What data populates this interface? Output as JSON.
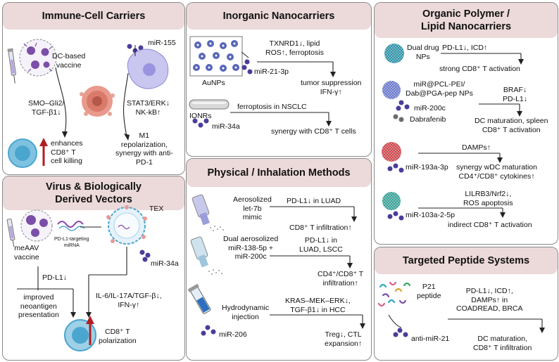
{
  "colors": {
    "panel_header": "#ecd9d9",
    "panel_border": "#8a8a8a",
    "mirna_dot": "#4a3d9a",
    "arrow_up": "#b01e24",
    "cell_blue": "#4aa6cf",
    "tumor": "#d97a6a",
    "virus": "#7b4fa8",
    "polymer_teal": "#1f8aa0",
    "polymer_red": "#c8383d",
    "polymer_blue": "#5e6fc8"
  },
  "immune": {
    "title": "Immune-Cell Carriers",
    "dc_vaccine": "DC-based\nvaccine",
    "mir155": "miR-155",
    "smo": "SMO–Gli2/\nTGF-β1↓",
    "stat3": "STAT3/ERK↓\nNK-kB↑",
    "enhances": "enhances\nCD8⁺ T\ncell killing",
    "m1": "M1\nrepolarization,\nsynergy with anti-\nPD-1"
  },
  "virus": {
    "title": "Virus & Biologically\nDerived Vectors",
    "pdl1_mirna": "PD-L1-targeting\nmiRNA",
    "tex": "TEX",
    "meaav": "meAAV\nvaccine",
    "mir34a": "miR-34a",
    "pdl1": "PD-L1↓",
    "improved": "improved\nneoantigen\npresentation",
    "il6": "IL-6/IL-17A/TGF-β↓,\nIFN-γ↑",
    "cd8": "CD8⁺ T\npolarization"
  },
  "inorganic": {
    "title": "Inorganic Nanocarriers",
    "txnrd": "TXNRD1↓, lipid\nROS↑, ferroptosis",
    "aunps": "AuNPs",
    "mir21": "miR-21-3p",
    "tumor": "tumor suppression\nIFN-γ↑",
    "ionrs": "IONRs",
    "ferro": "ferroptosis in NSCLC",
    "mir34a": "miR-34a",
    "synergy": "synergy with CD8⁺ T cells"
  },
  "physical": {
    "title": "Physical / Inhalation Methods",
    "aero1": "Aerosolized\nlet-7b\nmimic",
    "pdl1_luad": "PD-L1↓ in LUAD",
    "cd8_inf": "CD8⁺ T infiltration↑",
    "aero2": "Dual aerosolized\nmiR-138-5p +\nmiR-200c",
    "pdl1_luad_lscc": "PD-L1↓ in\nLUAD, LSCC",
    "cd4_cd8": "CD4⁺/CD8⁺ T\ninfiltration↑",
    "hydro": "Hydrodynamic\ninjection",
    "kras": "KRAS–MEK–ERK↓,\nTGF-β1↓ in HCC",
    "mir206": "miR-206",
    "treg": "Treg↓, CTL\nexpansion↑"
  },
  "organic": {
    "title": "Organic Polymer /\nLipid Nanocarriers",
    "dual": "Dual drug\nNPs",
    "pdl1_icd": "PD-L1↓, ICD↑",
    "strong": "strong CD8⁺ T activation",
    "pcl": "miR@PCL-PEI/\nDab@PGA-pep NPs",
    "braf": "BRAF↓\nPD-L1↓",
    "mir200c": "miR-200c",
    "dabrafenib": "Dabrafenib",
    "dc_mat": "DC maturation, spleen\nCD8⁺ T activation",
    "damps": "DAMPs↑",
    "mir193": "miR-193a-3p",
    "synergy_wdc": "synergy wDC maturation\nCD4⁺/CD8⁺ cytokines↑",
    "lilrb3": "LILRB3/Nrf2↓,\nROS apoptosis",
    "mir103": "miR-103a-2-5p",
    "indirect": "indirect CD8⁺ T activation"
  },
  "peptide": {
    "title": "Targeted Peptide Systems",
    "p21": "P21\npeptide",
    "pdl1_list": "PD-L1↓, ICD↑,\nDAMPs↑ in\nCOADREAD, BRCA",
    "anti_mir21": "anti-miR-21",
    "dc_cd8": "DC maturation,\nCD8⁺ T infiltration"
  }
}
